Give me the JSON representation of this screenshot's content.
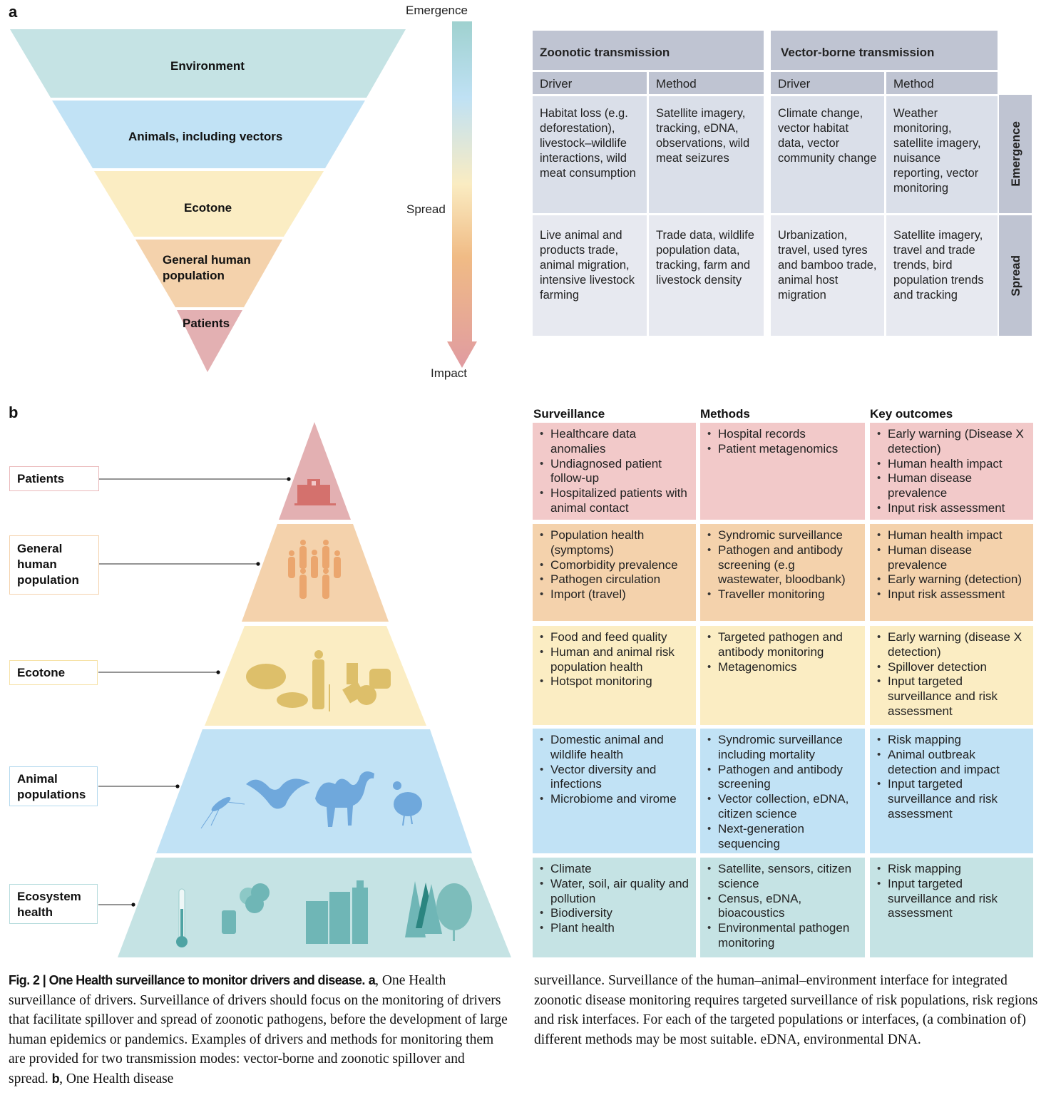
{
  "panel_a": {
    "label": "a",
    "funnel_layers": [
      {
        "name": "Environment",
        "color": "#c5e3e4"
      },
      {
        "name": "Animals, including vectors",
        "color": "#c1e2f5"
      },
      {
        "name": "Ecotone",
        "color": "#fbedc3"
      },
      {
        "name": "General human population",
        "color": "#f4d2ac"
      },
      {
        "name": "Patients",
        "color": "#e3b0b2"
      }
    ],
    "scale": {
      "top": "Emergence",
      "middle": "Spread",
      "bottom": "Impact"
    },
    "table": {
      "groups": [
        "Zoonotic transmission",
        "Vector-borne transmission"
      ],
      "subheaders": [
        "Driver",
        "Method",
        "Driver",
        "Method"
      ],
      "rows": [
        {
          "stage": "Emergence",
          "cells": [
            "Habitat loss (e.g. deforestation), livestock–wildlife interactions, wild meat consumption",
            "Satellite imagery, tracking, eDNA, observations, wild meat seizures",
            "Climate change, vector habitat data, vector community change",
            "Weather monitoring, satellite imagery, nuisance reporting, vector monitoring"
          ]
        },
        {
          "stage": "Spread",
          "cells": [
            "Live animal and products trade, animal migration, intensive livestock farming",
            "Trade data, wildlife population data, tracking, farm and livestock density",
            "Urbanization, travel, used tyres and bamboo trade, animal host migration",
            "Satellite imagery, travel and trade trends, bird population trends and tracking"
          ]
        }
      ]
    }
  },
  "panel_b": {
    "label": "b",
    "columns": [
      "Surveillance",
      "Methods",
      "Key outcomes"
    ],
    "levels": [
      {
        "name": "Patients",
        "color": "#f2c9c9",
        "pyramid_color": "#e3b0b2",
        "border": "#eab9bb",
        "icons": [
          "hospital-icon"
        ],
        "surveillance": [
          "Healthcare data anomalies",
          "Undiagnosed patient follow-up",
          "Hospitalized patients with animal contact"
        ],
        "methods": [
          "Hospital records",
          "Patient metagenomics"
        ],
        "outcomes": [
          "Early warning (Disease X detection)",
          "Human health impact",
          "Human disease prevalence",
          "Input risk assessment"
        ]
      },
      {
        "name": "General human population",
        "color": "#f4d2ac",
        "pyramid_color": "#f4d2ac",
        "border": "#f4d2ac",
        "icons": [
          "people-icon"
        ],
        "surveillance": [
          "Population health (symptoms)",
          "Comorbidity prevalence",
          "Pathogen circulation",
          "Import (travel)"
        ],
        "methods": [
          "Syndromic surveillance",
          "Pathogen and antibody screening (e.g wastewater, bloodbank)",
          "Traveller monitoring"
        ],
        "outcomes": [
          "Human health impact",
          "Human disease prevalence",
          "Early warning (detection)",
          "Input risk assessment"
        ]
      },
      {
        "name": "Ecotone",
        "color": "#fbedc3",
        "pyramid_color": "#fbedc3",
        "border": "#f6e2a6",
        "icons": [
          "meat-icon",
          "pig-icon",
          "farmer-icon",
          "dairy-icon"
        ],
        "surveillance": [
          "Food and feed quality",
          "Human and animal risk population health",
          "Hotspot monitoring"
        ],
        "methods": [
          "Targeted pathogen and antibody monitoring",
          "Metagenomics"
        ],
        "outcomes": [
          "Early warning (disease X detection)",
          "Spillover detection",
          "Input targeted surveillance and risk assessment"
        ]
      },
      {
        "name": "Animal populations",
        "color": "#c1e2f5",
        "pyramid_color": "#c1e2f5",
        "border": "#b4d9ee",
        "icons": [
          "mosquito-icon",
          "bat-icon",
          "camel-icon",
          "chicken-icon"
        ],
        "surveillance": [
          "Domestic animal and wildlife health",
          "Vector diversity and infections",
          "Microbiome and virome"
        ],
        "methods": [
          "Syndromic surveillance including mortality",
          "Pathogen and antibody screening",
          "Vector collection, eDNA, citizen science",
          "Next-generation sequencing"
        ],
        "outcomes": [
          "Risk mapping",
          "Animal outbreak detection and impact",
          "Input targeted surveillance and risk assessment"
        ]
      },
      {
        "name": "Ecosystem health",
        "color": "#c5e3e4",
        "pyramid_color": "#c5e3e4",
        "border": "#b6dcdd",
        "icons": [
          "thermometer-icon",
          "water-rain-icon",
          "city-buildings-icon",
          "trees-icon"
        ],
        "surveillance": [
          "Climate",
          "Water, soil, air quality and pollution",
          "Biodiversity",
          "Plant health"
        ],
        "methods": [
          "Satellite, sensors, citizen science",
          "Census, eDNA, bioacoustics",
          "Environmental pathogen monitoring"
        ],
        "outcomes": [
          "Risk mapping",
          "Input targeted surveillance and risk assessment"
        ]
      }
    ]
  },
  "caption": {
    "fig_label": "Fig. 2 | One Health surveillance to monitor drivers and disease.",
    "a_marker": "a",
    "a_text": ", One Health surveillance of drivers. Surveillance of drivers should focus on the monitoring of drivers that facilitate spillover and spread of zoonotic pathogens, before the development of large human epidemics or pandemics. Examples of drivers and methods for monitoring them are provided for two transmission modes: vector-borne and zoonotic spillover and spread.",
    "b_marker": "b",
    "b_text": ", One Health disease surveillance. Surveillance of the human–animal–environment interface for integrated zoonotic disease monitoring requires targeted surveillance of risk populations, risk regions and risk interfaces. For each of the targeted populations or interfaces, (a combination of) different methods may be most suitable. eDNA, environmental DNA."
  }
}
